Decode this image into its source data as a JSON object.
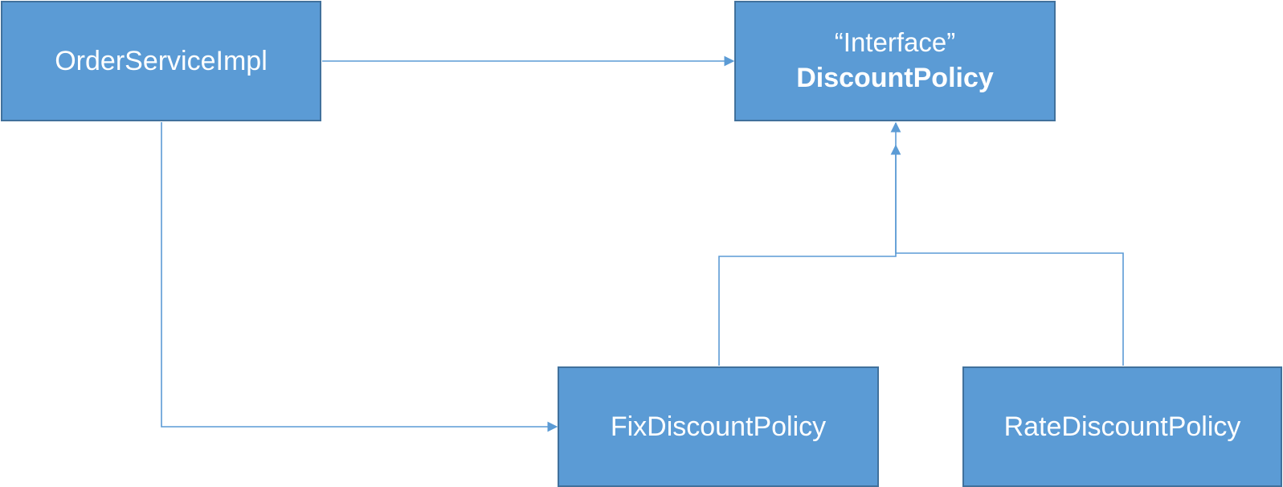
{
  "colors": {
    "box_fill": "#5b9bd5",
    "box_border": "#41719c",
    "box_text": "#ffffff",
    "connector": "#5b9bd5"
  },
  "nodes": {
    "order_service_impl": {
      "label": "OrderServiceImpl"
    },
    "discount_policy": {
      "stereotype": "“Interface”",
      "label": "DiscountPolicy"
    },
    "fix_discount_policy": {
      "label": "FixDiscountPolicy"
    },
    "rate_discount_policy": {
      "label": "RateDiscountPolicy"
    }
  },
  "edges": [
    {
      "from": "order_service_impl",
      "to": "discount_policy",
      "kind": "association"
    },
    {
      "from": "order_service_impl",
      "to": "fix_discount_policy",
      "kind": "association"
    },
    {
      "from": "fix_discount_policy",
      "to": "discount_policy",
      "kind": "realization"
    },
    {
      "from": "rate_discount_policy",
      "to": "discount_policy",
      "kind": "realization"
    }
  ]
}
